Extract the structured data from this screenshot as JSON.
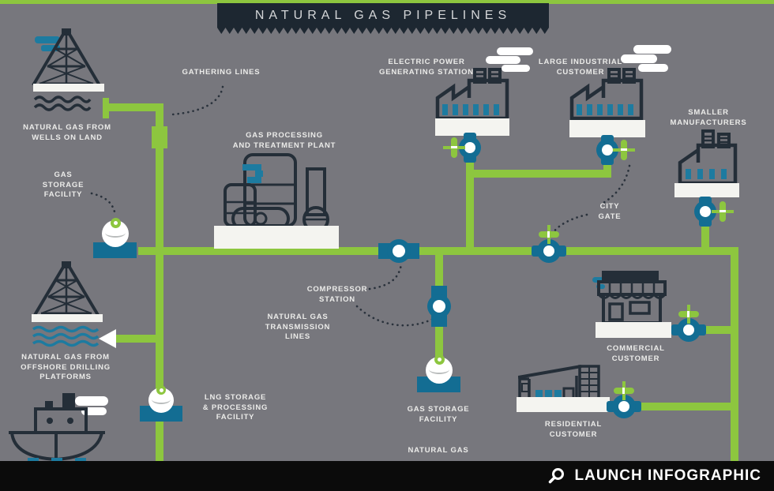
{
  "title": {
    "text": "NATURAL GAS PIPELINES"
  },
  "footer": {
    "label": "LAUNCH INFOGRAPHIC",
    "icon": "magnifier-icon"
  },
  "labels": {
    "gathering_lines": "GATHERING LINES",
    "wells_on_land": "NATURAL GAS FROM\nWELLS ON LAND",
    "gas_storage_left": "GAS\nSTORAGE\nFACILITY",
    "processing_plant": "GAS PROCESSING\nAND TREATMENT PLANT",
    "electric_power": "ELECTRIC POWER\nGENERATING STATION",
    "large_industrial": "LARGE INDUSTRIAL\nCUSTOMER",
    "smaller_manufacturers": "SMALLER\nMANUFACTURERS",
    "city_gate": "CITY\nGATE",
    "compressor_station": "COMPRESSOR\nSTATION",
    "transmission_lines": "NATURAL GAS\nTRANSMISSION\nLINES",
    "offshore": "NATURAL GAS FROM\nOFFSHORE DRILLING\nPLATFORMS",
    "lng": "LNG STORAGE\n& PROCESSING\nFACILITY",
    "gas_storage_center": "GAS STORAGE\nFACILITY",
    "natural_gas": "NATURAL GAS",
    "commercial": "COMMERCIAL\nCUSTOMER",
    "residential": "RESIDENTIAL\nCUSTOMER"
  },
  "colors": {
    "pipeline_green": "#8dc63f",
    "meter_teal": "#136d93",
    "accent_teal": "#1d7ba0",
    "icon_navy": "#242e38",
    "banner_navy": "#1d2731",
    "background_gray": "#77777d",
    "footer_black": "#0b0b0b"
  }
}
